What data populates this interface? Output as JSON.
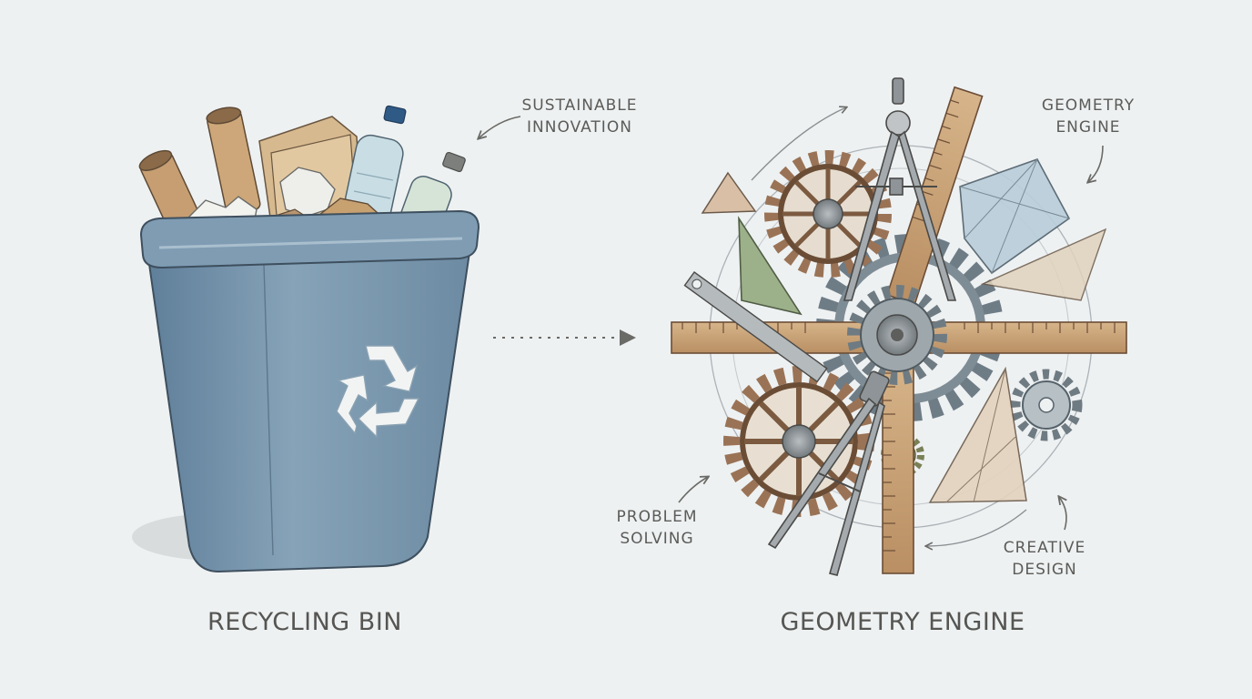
{
  "left_panel": {
    "caption": "RECYCLING BIN",
    "annotation": "SUSTAINABLE INNOVATION"
  },
  "right_panel": {
    "caption": "GEOMETRY ENGINE",
    "annotations": {
      "top_right": "GEOMETRY ENGINE",
      "left": "PROBLEM SOLVING",
      "bottom_right": "CREATIVE DESIGN"
    }
  },
  "colors": {
    "background": "#eef1f2",
    "bin_blue": "#6f8ea8",
    "wood": "#c9a47a",
    "gear_brown": "#9a7356",
    "steel": "#8e9498",
    "ink": "#4a4a48"
  },
  "icons": [
    "recycle-icon",
    "gear-icon",
    "compass-icon",
    "ruler-icon",
    "triangle-icon",
    "arrow-icon"
  ]
}
